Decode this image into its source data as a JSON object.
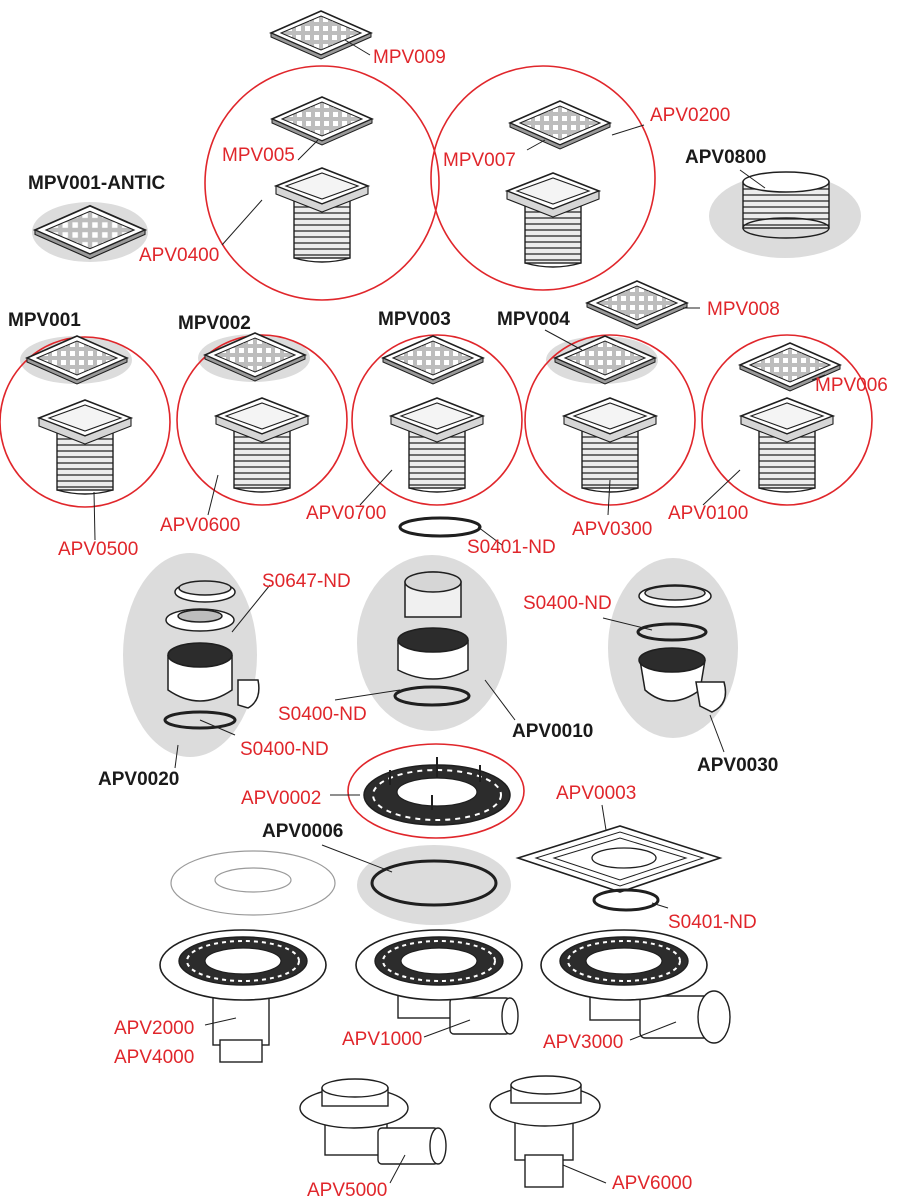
{
  "colors": {
    "callout": "#e0262b",
    "title": "#1a1a1a",
    "group_bg": "#dcdcdc",
    "outline": "#1f1f1f"
  },
  "labels": {
    "MPV009": "MPV009",
    "MPV005": "MPV005",
    "APV0400": "APV0400",
    "MPV007": "MPV007",
    "APV0200": "APV0200",
    "APV0800": "APV0800",
    "MPV001_ANTIC": "MPV001-ANTIC",
    "MPV001": "MPV001",
    "MPV002": "MPV002",
    "MPV003": "MPV003",
    "MPV004": "MPV004",
    "MPV008": "MPV008",
    "MPV006": "MPV006",
    "APV0500": "APV0500",
    "APV0600": "APV0600",
    "APV0700": "APV0700",
    "APV0300": "APV0300",
    "APV0100": "APV0100",
    "S0401_ND_top": "S0401-ND",
    "S0647_ND": "S0647-ND",
    "S0400_ND_right": "S0400-ND",
    "S0400_ND_mid": "S0400-ND",
    "S0400_ND_left": "S0400-ND",
    "APV0010": "APV0010",
    "APV0020": "APV0020",
    "APV0030": "APV0030",
    "APV0002": "APV0002",
    "APV0003": "APV0003",
    "APV0006": "APV0006",
    "S0401_ND_bottom": "S0401-ND",
    "APV2000": "APV2000",
    "APV4000": "APV4000",
    "APV1000": "APV1000",
    "APV3000": "APV3000",
    "APV5000": "APV5000",
    "APV6000": "APV6000"
  }
}
